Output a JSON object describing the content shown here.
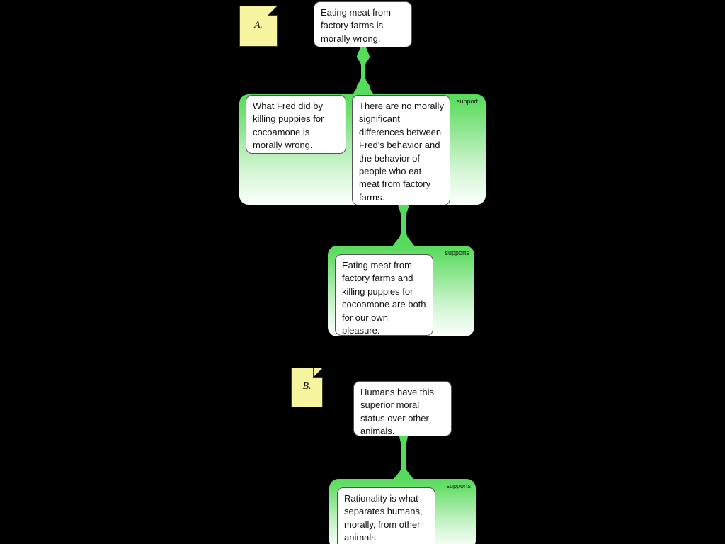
{
  "diagram": {
    "title": "Argument map: factory farming analogy",
    "background_color": "#000000",
    "accent_color": "#57db5c",
    "note_color": "#f7f5a0",
    "card_color": "#ffffff"
  },
  "notes": [
    {
      "id": "note-a",
      "label": "A."
    },
    {
      "id": "note-b",
      "label": "B."
    }
  ],
  "nodes": [
    {
      "id": "claim-a",
      "role": "conclusion",
      "text": "Eating meat from factory farms is morally wrong."
    },
    {
      "id": "premise-a1",
      "role": "premise",
      "text": "What Fred did by killing puppies for cocoamone is morally wrong."
    },
    {
      "id": "premise-a2",
      "role": "premise",
      "text": "There are no morally significant differences between Fred's behavior and the behavior of people who eat meat from factory farms."
    },
    {
      "id": "premise-a3",
      "role": "premise",
      "text": "Eating meat from factory farms and killing puppies for cocoamone are both for our own pleasure."
    },
    {
      "id": "claim-b",
      "role": "conclusion",
      "text": "Humans have this superior moral status over other animals."
    },
    {
      "id": "premise-b1",
      "role": "premise",
      "text": "Rationality is what separates humans, morally, from other animals."
    }
  ],
  "groups": [
    {
      "id": "group-a1",
      "label": "support"
    },
    {
      "id": "group-a2",
      "label": "supports"
    },
    {
      "id": "group-b1",
      "label": "supports"
    }
  ]
}
